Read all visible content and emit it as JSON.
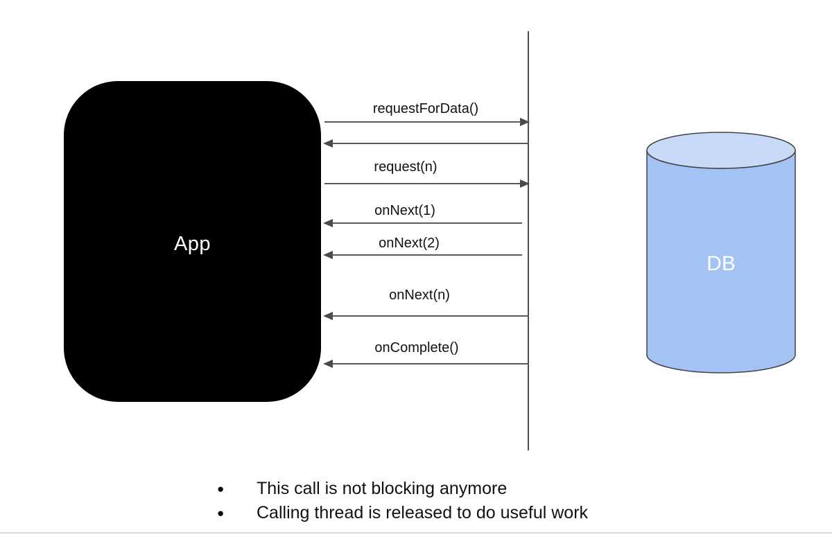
{
  "diagram": {
    "app": {
      "label": "App"
    },
    "db": {
      "label": "DB"
    },
    "messages": [
      {
        "label": "requestForData()",
        "direction": "right"
      },
      {
        "label": "",
        "direction": "left"
      },
      {
        "label": "request(n)",
        "direction": "right"
      },
      {
        "label": "onNext(1)",
        "direction": "left"
      },
      {
        "label": "onNext(2)",
        "direction": "left"
      },
      {
        "label": "onNext(n)",
        "direction": "left"
      },
      {
        "label": "onComplete()",
        "direction": "left"
      }
    ]
  },
  "notes": {
    "bullet_glyph": "●",
    "bullets": [
      "This call is not blocking anymore",
      "Calling thread is released to do useful work"
    ]
  },
  "colors": {
    "app_fill": "#000000",
    "app_text": "#ffffff",
    "db_body": "#a4c2f4",
    "db_top": "#c9daf8",
    "db_stroke": "#434343",
    "arrow": "#595959",
    "text": "#111111",
    "divider": "#d9d9d9"
  }
}
